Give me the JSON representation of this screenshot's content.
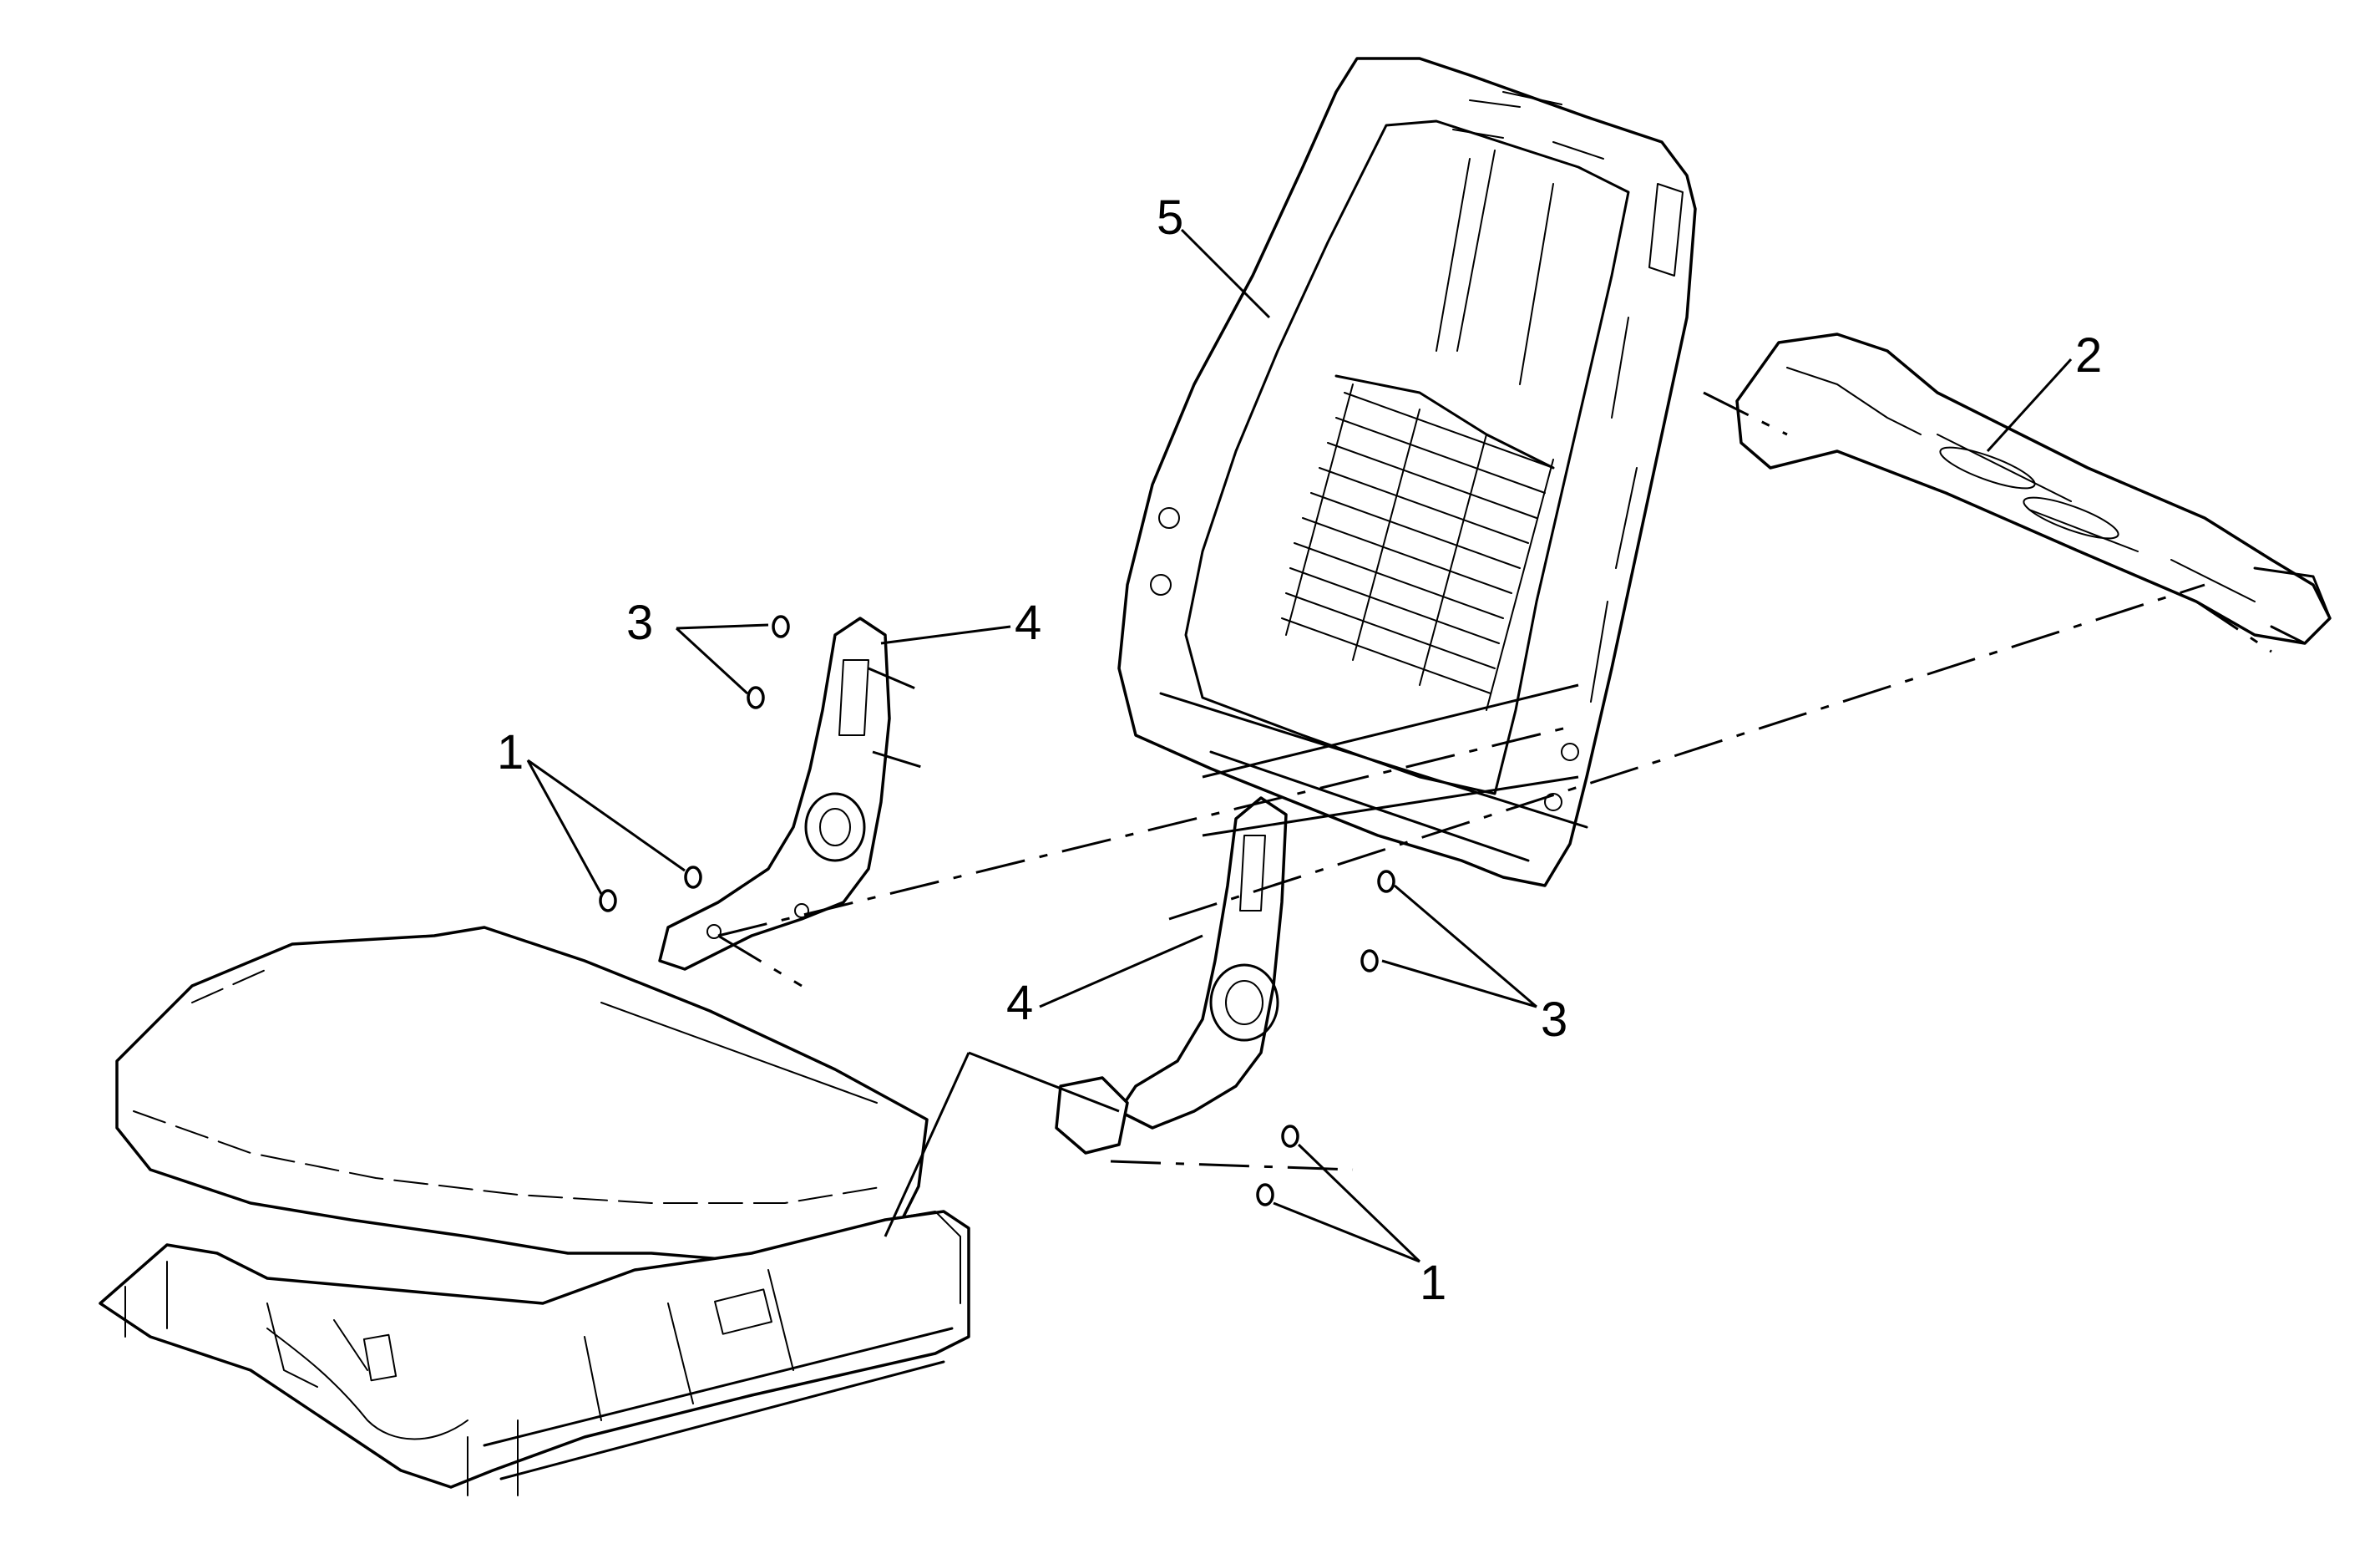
{
  "diagram": {
    "callouts": [
      {
        "id": "c1a",
        "label": "1"
      },
      {
        "id": "c1b",
        "label": "1"
      },
      {
        "id": "c2",
        "label": "2"
      },
      {
        "id": "c3a",
        "label": "3"
      },
      {
        "id": "c3b",
        "label": "3"
      },
      {
        "id": "c4a",
        "label": "4"
      },
      {
        "id": "c4b",
        "label": "4"
      },
      {
        "id": "c5",
        "label": "5"
      }
    ]
  }
}
